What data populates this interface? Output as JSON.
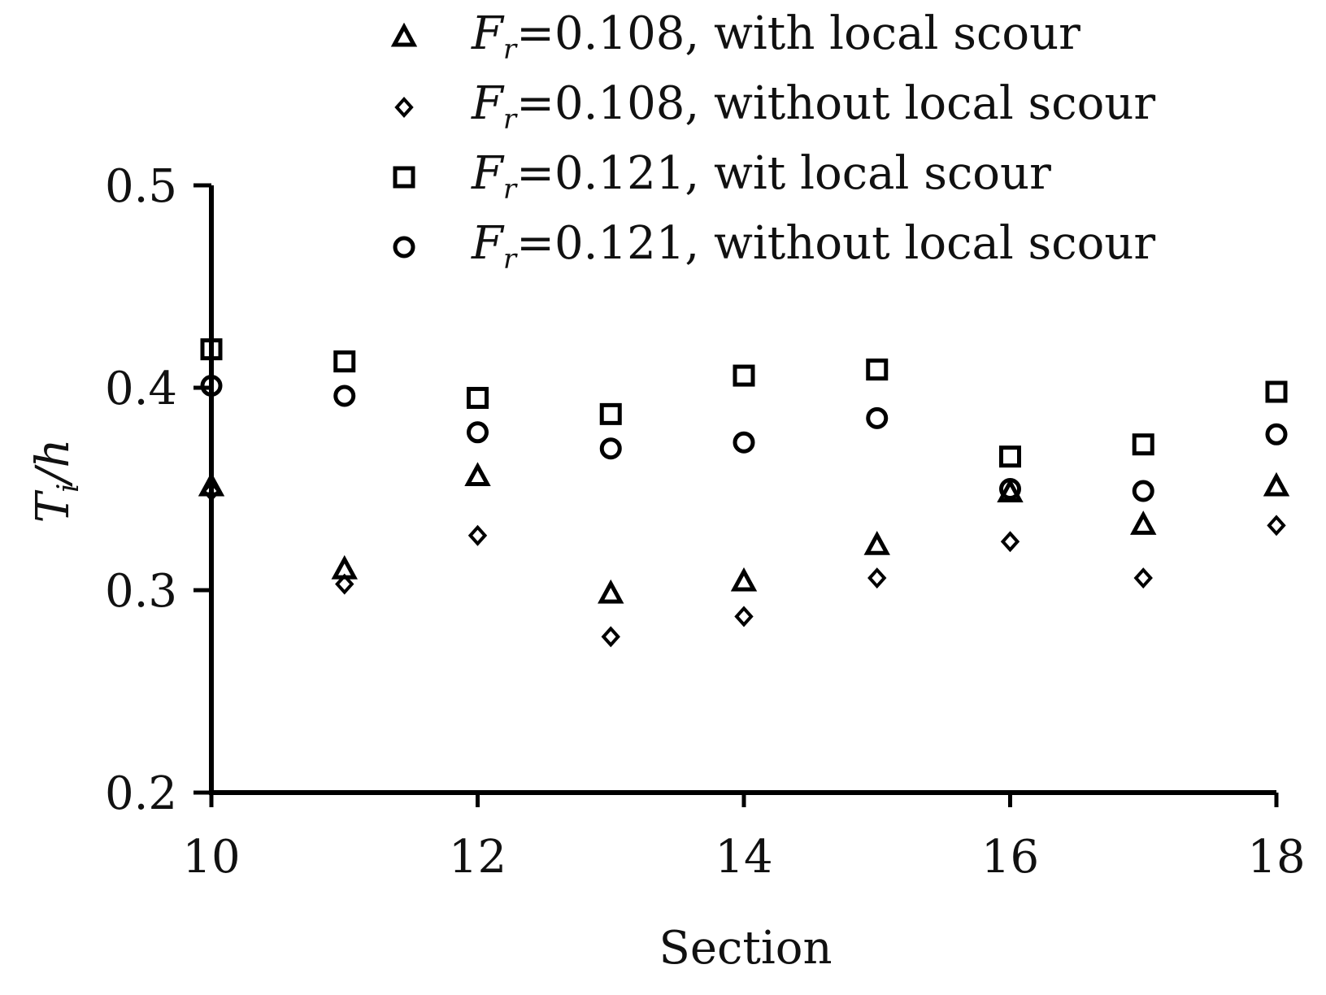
{
  "chart_data": {
    "type": "scatter",
    "xlabel": "Section",
    "ylabel": {
      "main": "T",
      "sub": "i",
      "rest": "/h"
    },
    "xlim": [
      10,
      18
    ],
    "ylim": [
      0.2,
      0.5
    ],
    "xticks": [
      "10",
      "12",
      "14",
      "16",
      "18"
    ],
    "yticks": [
      "0.2",
      "0.3",
      "0.4",
      "0.5"
    ],
    "xtick_values": [
      10,
      12,
      14,
      16,
      18
    ],
    "ytick_values": [
      0.2,
      0.3,
      0.4,
      0.5
    ],
    "grid": false,
    "legend_position": "top",
    "x": [
      10,
      11,
      12,
      13,
      14,
      15,
      16,
      17,
      18
    ],
    "series": [
      {
        "name": "F_r=0.108, with local scour",
        "label": {
          "var": "F",
          "sub": "r",
          "text": "=0.108, with local scour"
        },
        "marker": "triangle",
        "values": [
          0.351,
          0.31,
          0.356,
          0.298,
          0.304,
          0.322,
          0.348,
          0.332,
          0.351
        ]
      },
      {
        "name": "F_r=0.108, without local scour",
        "label": {
          "var": "F",
          "sub": "r",
          "text": "=0.108, without local scour"
        },
        "marker": "diamond",
        "values": [
          0.349,
          0.303,
          0.327,
          0.277,
          0.287,
          0.306,
          0.324,
          0.306,
          0.332
        ]
      },
      {
        "name": "F_r=0.121, wit local scour",
        "label": {
          "var": "F",
          "sub": "r",
          "text": "=0.121, wit local scour"
        },
        "marker": "square",
        "values": [
          0.419,
          0.413,
          0.395,
          0.387,
          0.406,
          0.409,
          0.366,
          0.372,
          0.398
        ]
      },
      {
        "name": "F_r=0.121, without local scour",
        "label": {
          "var": "F",
          "sub": "r",
          "text": "=0.121, without local scour"
        },
        "marker": "circle",
        "values": [
          0.401,
          0.396,
          0.378,
          0.37,
          0.373,
          0.385,
          0.35,
          0.349,
          0.377
        ]
      }
    ]
  }
}
